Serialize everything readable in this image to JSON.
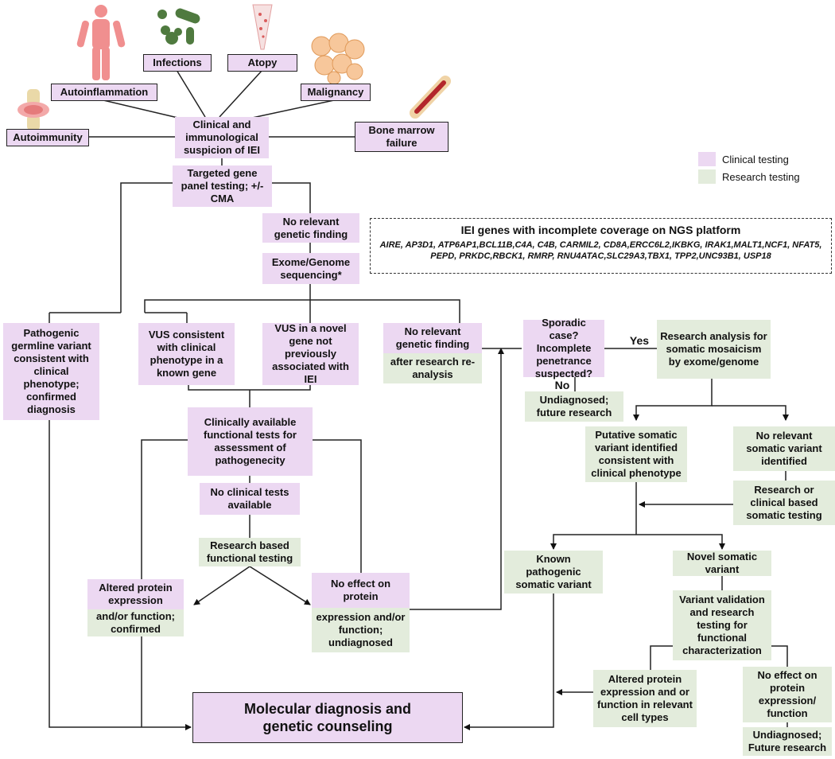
{
  "top_labels": {
    "autoinflammation": "Autoinflammation",
    "infections": "Infections",
    "atopy": "Atopy",
    "malignancy": "Malignancy",
    "autoimmunity": "Autoimmunity",
    "bone_marrow": "Bone marrow failure"
  },
  "clinical_suspicion": "Clinical and immunological suspicion of IEI",
  "targeted_panel": "Targeted gene panel testing; +/- CMA",
  "no_finding_1": "No relevant genetic finding",
  "exome_genome": "Exome/Genome sequencing*",
  "legend": {
    "clinical": "Clinical testing",
    "research": "Research testing",
    "clinical_color": "#ecd8f2",
    "research_color": "#e3ecdc"
  },
  "iei_box": {
    "title": "IEI genes with incomplete coverage on NGS platform",
    "genes": "AIRE, AP3D1, ATP6AP1,BCL11B,C4A, C4B, CARMIL2, CD8A,ERCC6L2,IKBKG, IRAK1,MALT1,NCF1, NFAT5, PEPD, PRKDC,RBCK1, RMRP, RNU4ATAC,SLC29A3,TBX1, TPP2,UNC93B1, USP18"
  },
  "pathogenic_germline": "Pathogenic germline variant consistent with clinical phenotype; confirmed diagnosis",
  "vus_known": "VUS consistent with clinical phenotype in a known gene",
  "vus_novel": "VUS in a novel gene not previously associated with IEI",
  "no_finding_2_top": "No relevant genetic finding",
  "no_finding_2_bottom": "after research re-analysis",
  "sporadic": "Sporadic case? Incomplete penetrance suspected?",
  "yes_label": "Yes",
  "no_label": "No",
  "research_mosaicism": "Research analysis for somatic mosaicism by exome/genome",
  "undiagnosed_future": "Undiagnosed; future research",
  "clinical_functional": "Clinically available functional tests for assessment of pathogenecity",
  "no_clinical_tests": "No clinical tests available",
  "research_functional": "Research based functional testing",
  "altered_top": "Altered protein expression",
  "altered_bottom": "and/or function; confirmed",
  "no_effect_top": "No effect on protein",
  "no_effect_bottom": "expression and/or function; undiagnosed",
  "putative_somatic": "Putative somatic variant identified consistent with clinical phenotype",
  "no_somatic": "No relevant somatic variant identified",
  "research_clinical_somatic": "Research or clinical based somatic testing",
  "known_pathogenic_somatic": "Known pathogenic somatic variant",
  "novel_somatic": "Novel somatic variant",
  "variant_validation": "Variant validation and research testing for functional characterization",
  "altered_relevant": "Altered protein expression and or function in relevant cell types",
  "no_effect_expr": "No effect on protein expression/ function",
  "undiagnosed_future_2": "Undiagnosed; Future research",
  "molecular_diagnosis": "Molecular diagnosis and genetic counseling",
  "icons": [
    "human-body-icon",
    "microbes-icon",
    "skin-section-icon",
    "tumor-cells-icon",
    "joint-icon",
    "bone-icon"
  ]
}
